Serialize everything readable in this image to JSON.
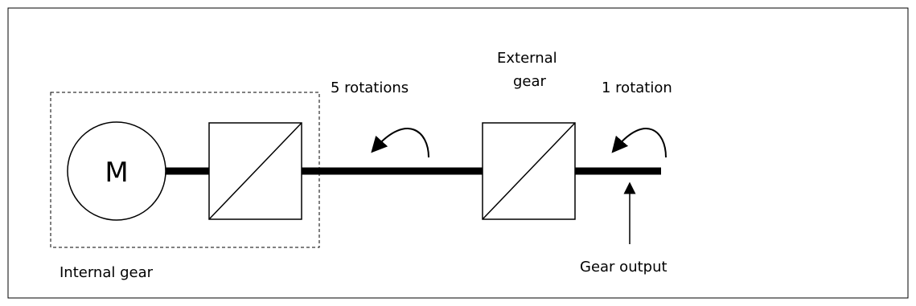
{
  "diagram": {
    "motor_label": "M",
    "internal_gear_label": "Internal gear",
    "rotations_before": "5 rotations",
    "external_gear_label_line1": "External",
    "external_gear_label_line2": "gear",
    "rotations_after": "1 rotation",
    "output_label": "Gear output"
  },
  "colors": {
    "line": "#000000",
    "background": "#ffffff"
  }
}
